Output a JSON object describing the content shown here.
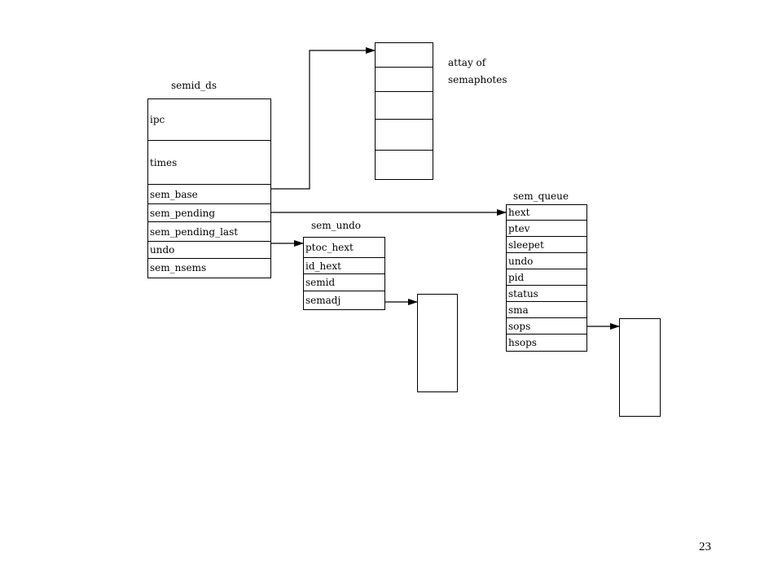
{
  "semid_ds": {
    "title": "semid_ds",
    "fields": [
      "ipc",
      "times",
      "sem_base",
      "sem_pending",
      "sem_pending_last",
      "undo",
      "sem_nsems"
    ]
  },
  "semaphore_array": {
    "label_line1": "attay of",
    "label_line2": "semaphotes"
  },
  "sem_undo": {
    "title": "sem_undo",
    "fields": [
      "ptoc_hext",
      "id_hext",
      "semid",
      "semadj"
    ]
  },
  "sem_queue": {
    "title": "sem_queue",
    "fields": [
      "hext",
      "ptev",
      "sleepet",
      "undo",
      "pid",
      "status",
      "sma",
      "sops",
      "hsops"
    ]
  },
  "page_number": "23"
}
